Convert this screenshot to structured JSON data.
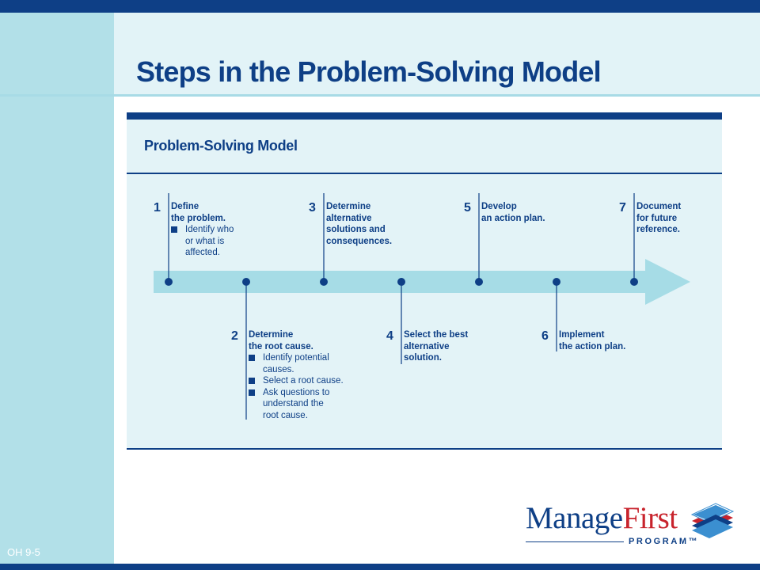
{
  "slide": {
    "title": "Steps in the Problem-Solving Model",
    "code": "OH  9-5"
  },
  "figure": {
    "title": "Problem-Solving Model",
    "steps": [
      {
        "num": "1",
        "title": "Define\nthe problem.",
        "bullets": [
          "Identify who\nor what is\naffected."
        ]
      },
      {
        "num": "2",
        "title": "Determine\nthe root cause.",
        "bullets": [
          "Identify potential\ncauses.",
          "Select a root cause.",
          "Ask questions to\nunderstand the\nroot cause."
        ]
      },
      {
        "num": "3",
        "title": "Determine\nalternative\nsolutions and\nconsequences.",
        "bullets": []
      },
      {
        "num": "4",
        "title": "Select the best\nalternative\nsolution.",
        "bullets": []
      },
      {
        "num": "5",
        "title": "Develop\nan action plan.",
        "bullets": []
      },
      {
        "num": "6",
        "title": "Implement\nthe action plan.",
        "bullets": []
      },
      {
        "num": "7",
        "title": "Document\nfor future\nreference.",
        "bullets": []
      }
    ]
  },
  "logo": {
    "word_main": "Manage",
    "word_accent": "First",
    "subtitle": "PROGRAM™"
  },
  "colors": {
    "navy": "#0e3f86",
    "arrow": "#a6dce6",
    "panel": "#e3f3f7",
    "sidebar": "#b2e0e8"
  }
}
